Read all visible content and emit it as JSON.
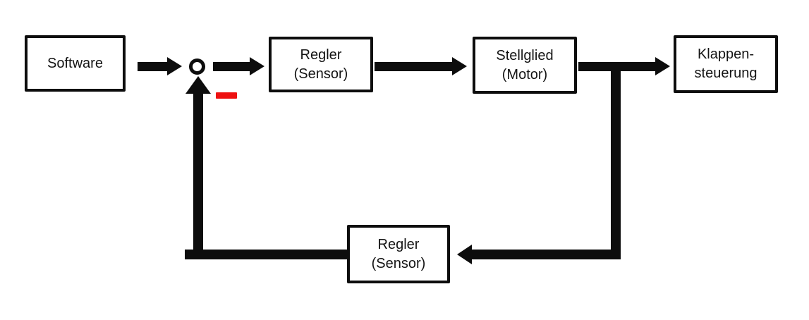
{
  "diagram": {
    "type": "control-loop-block-diagram",
    "nodes": {
      "software": {
        "label": "Software"
      },
      "regler_top": {
        "line1": "Regler",
        "line2": "(Sensor)"
      },
      "stellglied": {
        "line1": "Stellglied",
        "line2": "(Motor)"
      },
      "klappensteuerung": {
        "line1": "Klappen-",
        "line2": "steuerung"
      },
      "regler_bottom": {
        "line1": "Regler",
        "line2": "(Sensor)"
      }
    },
    "junction": {
      "shape": "circle",
      "sign": "minus",
      "meaning": "negative feedback summing junction"
    },
    "edges": [
      {
        "from": "software",
        "to": "summing-junction",
        "direction": "right"
      },
      {
        "from": "summing-junction",
        "to": "regler_top",
        "direction": "right"
      },
      {
        "from": "regler_top",
        "to": "stellglied",
        "direction": "right"
      },
      {
        "from": "stellglied",
        "to": "klappensteuerung",
        "direction": "right"
      },
      {
        "from": "stellglied-klappensteuerung-branch",
        "to": "regler_bottom",
        "direction": "down-then-left"
      },
      {
        "from": "regler_bottom",
        "to": "summing-junction",
        "direction": "left-then-up",
        "sign": "minus"
      }
    ],
    "colors": {
      "line": "#0d0d0d",
      "box_fill": "#ffffff",
      "background": "#ffffff",
      "negative_sign": "#ee1111"
    }
  }
}
